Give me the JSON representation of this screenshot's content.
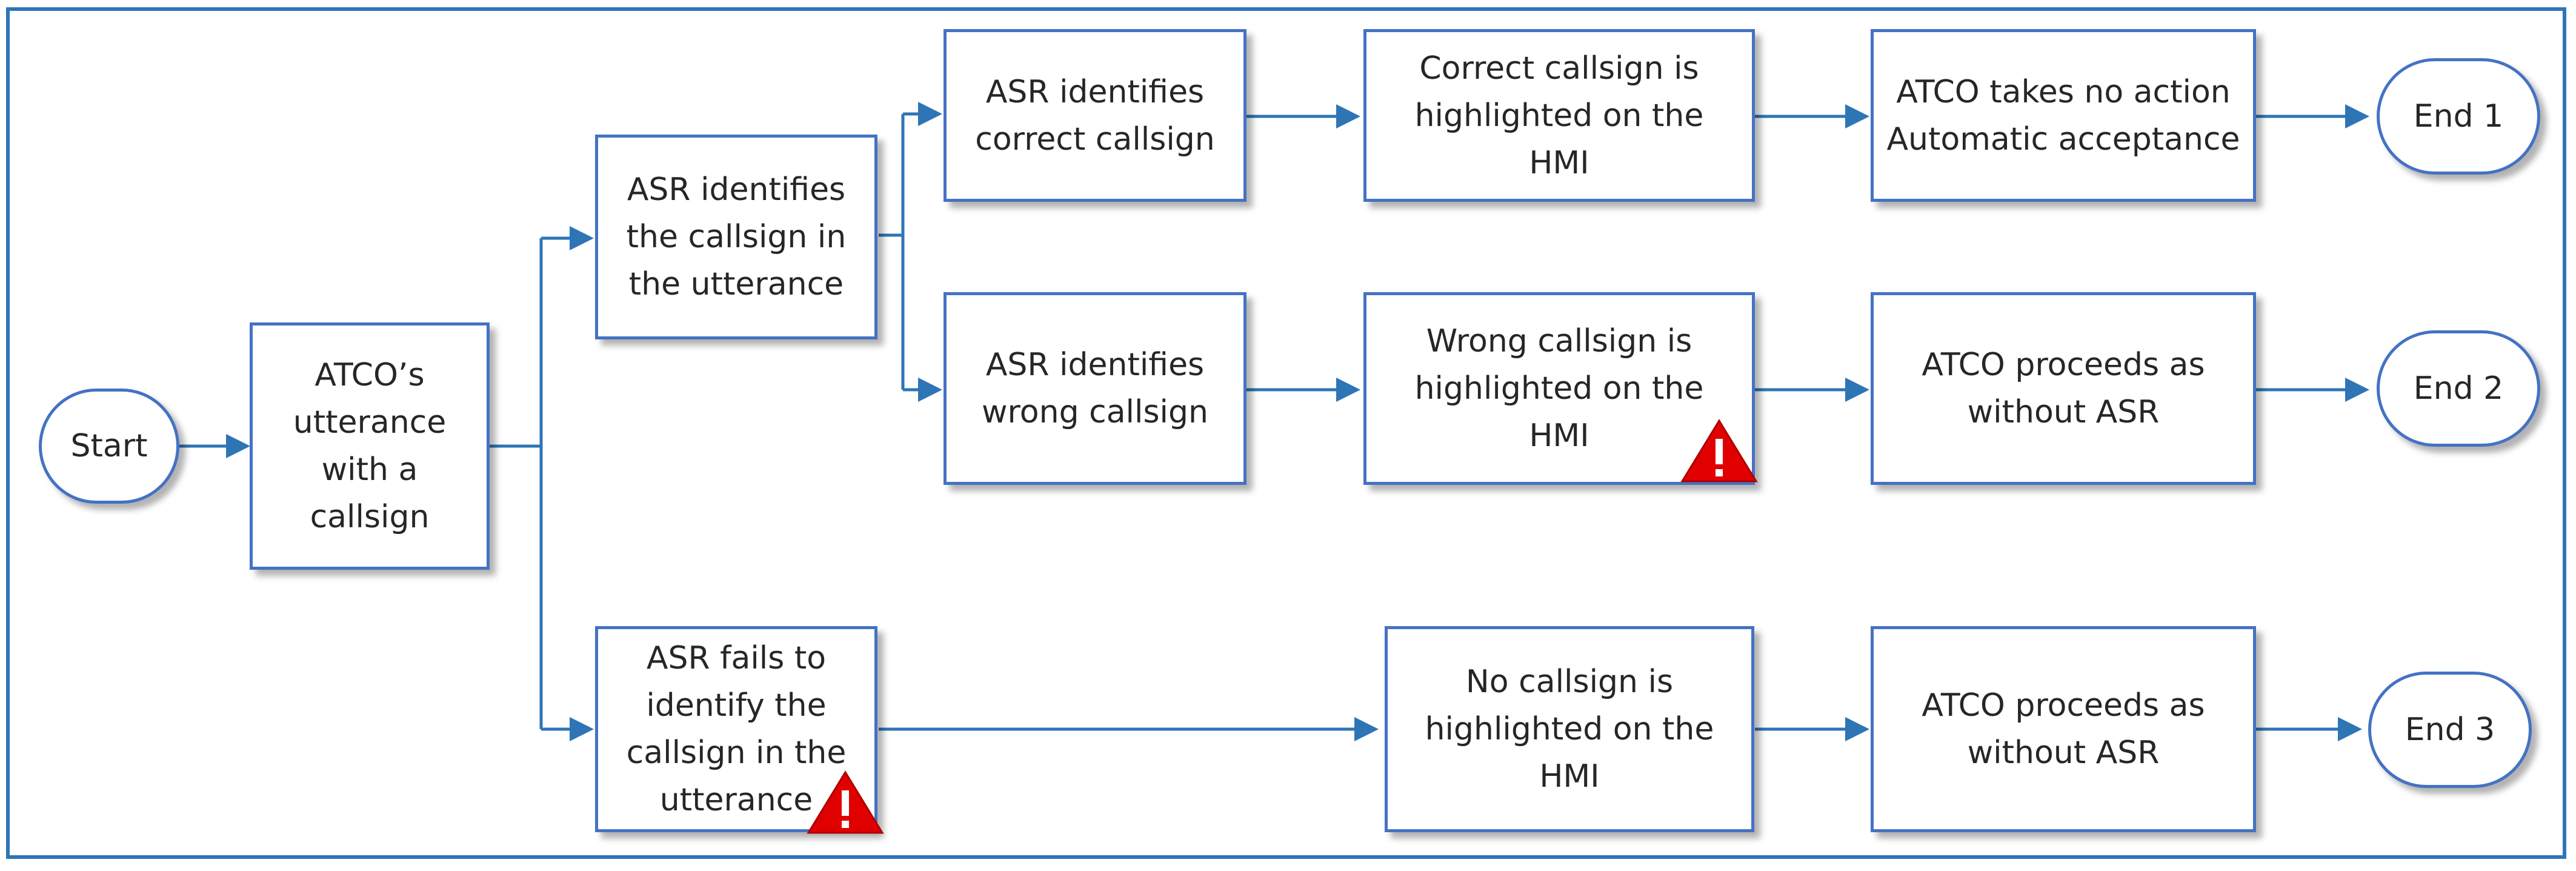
{
  "colors": {
    "border": "#2e75b6",
    "node_border": "#4472c4",
    "arrow": "#2e75b6",
    "text": "#262626",
    "warning": "#e00000"
  },
  "nodes": {
    "start": "Start",
    "utterance": "ATCO’s\nutterance\nwith a\ncallsign",
    "asr_identifies": "ASR identifies\nthe callsign in\nthe utterance",
    "asr_correct": "ASR identifies\ncorrect callsign",
    "correct_highlight": "Correct callsign is\nhighlighted on the\nHMI",
    "no_action": "ATCO takes no action\nAutomatic acceptance",
    "end1": "End 1",
    "asr_wrong": "ASR identifies\nwrong callsign",
    "wrong_highlight": "Wrong callsign is\nhighlighted on the\nHMI",
    "proceeds_1": "ATCO proceeds as\nwithout ASR",
    "end2": "End 2",
    "asr_fails": "ASR fails to\nidentify the\ncallsign in the\nutterance",
    "no_highlight": "No callsign is\nhighlighted on the\nHMI",
    "proceeds_2": "ATCO proceeds as\nwithout ASR",
    "end3": "End 3"
  },
  "icons": {
    "warning": "warning-triangle-icon"
  }
}
